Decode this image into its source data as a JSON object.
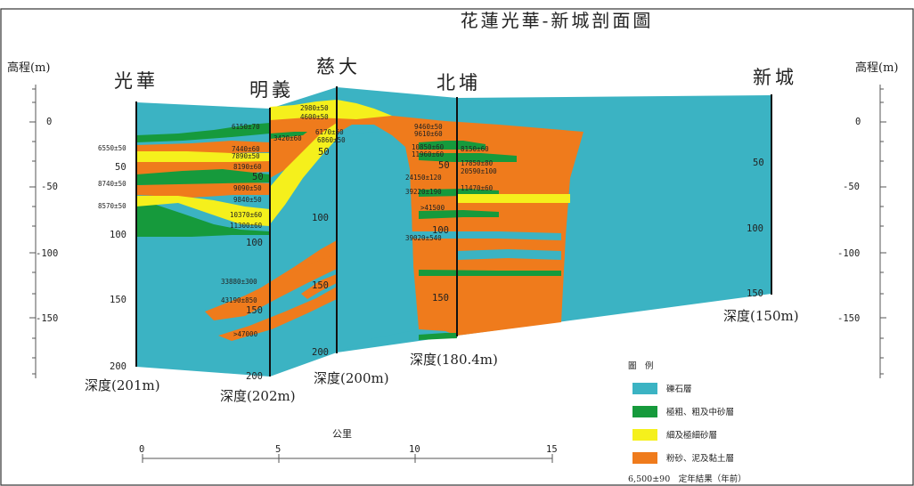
{
  "title": "花蓮光華-新城剖面圖",
  "axis_left_label": "高程(m)",
  "axis_right_label": "高程(m)",
  "elevation_ticks": [
    "0",
    "-50",
    "-100",
    "-150"
  ],
  "sites": [
    {
      "name": "光華",
      "depth_label": "深度(201m)",
      "ticks": [
        "50",
        "100",
        "150",
        "200"
      ]
    },
    {
      "name": "明義",
      "depth_label": "深度(202m)",
      "ticks": [
        "50",
        "100",
        "150",
        "200"
      ]
    },
    {
      "name": "慈大",
      "depth_label": "深度(200m)",
      "ticks": [
        "50",
        "100",
        "150",
        "200"
      ]
    },
    {
      "name": "北埔",
      "depth_label": "深度(180.4m)",
      "ticks": [
        "50",
        "100",
        "150"
      ]
    },
    {
      "name": "新城",
      "depth_label": "深度(150m)",
      "ticks": [
        "50",
        "100",
        "150"
      ]
    }
  ],
  "dates": {
    "guanghua": [
      "6550±50",
      "8740±50",
      "8570±50"
    ],
    "mingyi": [
      "6150±70",
      "7440±60",
      "7890±50",
      "8190±60",
      "9090±50",
      "9840±50",
      "10370±60",
      "11300±60",
      "33880±300",
      "43190±850",
      ">47000"
    ],
    "cida": [
      "2980±50",
      "4600±50",
      "6170±50",
      "6860±50",
      "3420±60"
    ],
    "beipu": [
      "9460±50",
      "9610±60",
      "10850±60",
      "11960±60",
      "24150±120",
      "39220±190",
      ">41500",
      "39020±540",
      "8150±60",
      "17850±80",
      "20590±100",
      "11470±60"
    ]
  },
  "scale": {
    "label": "公里",
    "ticks": [
      "0",
      "5",
      "10",
      "15"
    ]
  },
  "legend": {
    "title": "圖　例",
    "items": [
      {
        "label": "礫石層",
        "color": "#3bb3c3"
      },
      {
        "label": "極粗、粗及中砂層",
        "color": "#169a3c"
      },
      {
        "label": "細及極細砂層",
        "color": "#f5f01c"
      },
      {
        "label": "粉砂、泥及黏土層",
        "color": "#ef7b1c"
      }
    ],
    "note": "6,500±90　定年結果（年前）"
  }
}
